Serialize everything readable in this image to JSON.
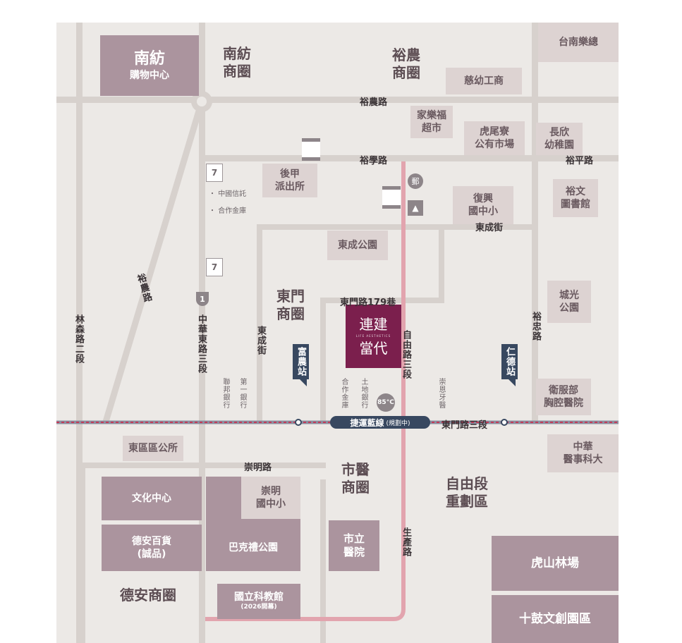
{
  "blocks": {
    "nanfang_mall_title": "南紡",
    "nanfang_mall_sub": "購物中心",
    "tainan_music": "台南樂總",
    "ciyou_school": "慈幼工商",
    "carrefour": "家樂福\n超市",
    "huweiliao_market": "虎尾寮\n公有市場",
    "changxin_kg": "長欣\n幼稚園",
    "houjia_police": "後甲\n派出所",
    "fuxing_school": "復興\n國中小",
    "yuwen_library": "裕文\n圖書館",
    "dongcheng_park": "東成公園",
    "chengguang_park": "城光\n公園",
    "weifubu_clinic": "衛服部\n胸腔醫院",
    "dongqu_office": "東區區公所",
    "zhonghua_college": "中華\n醫事科大",
    "culture_center": "文化中心",
    "chongming_school": "崇明\n國中小",
    "dean_dept": "德安百貨\n(誠品)",
    "bakeli_park": "巴克禮公園",
    "city_hospital": "市立\n醫院",
    "science_museum": "國立科教館",
    "science_museum_note": "(2026開幕)",
    "hushan_forest": "虎山林場",
    "shigu_park": "十鼓文創園區"
  },
  "zones": {
    "nanfang": "南紡\n商圈",
    "yunong": "裕農\n商圈",
    "dongmen": "東門\n商圈",
    "shiyi": "市醫\n商圈",
    "ziyou": "自由段\n重劃區",
    "dean": "德安商圈"
  },
  "roads": {
    "yunong_rd": "裕農路",
    "yuxue_rd": "裕學路",
    "yuping_rd": "裕平路",
    "dongcheng_st": "東成街",
    "dongmen_179": "東門路179巷",
    "chongming_rd": "崇明路",
    "dongmen_rd3": "東門路三段",
    "yunong_diag": "裕農路",
    "linsen_rd2": "林森路二段",
    "zhonghua_e3": "中華東路三段",
    "dongcheng_v": "東成街",
    "ziyou_rd3": "自由路三段",
    "yuzhong_rd": "裕忠路",
    "shengchan_rd": "生產路",
    "mrt_line": "捷運藍線",
    "mrt_line_note": "(規劃中)"
  },
  "stations": {
    "funong": "富農站",
    "rende": "仁德站"
  },
  "pois": {
    "ctbc": "中國信託",
    "cooperative_bank": "合作金庫",
    "union_bank": "聯邦銀行",
    "first_bank": "第一銀行",
    "coop_bank2": "合作金庫",
    "land_bank": "土地銀行",
    "chongen_dental": "崇恩牙醫",
    "familymart": "FamilyMart",
    "seven_eleven": "7-ELEVEN",
    "cafe85": "85°C",
    "route_number": "1"
  },
  "project": {
    "name_line1": "連建",
    "name_line2": "當代",
    "tagline": "LIFE AESTHETICS"
  },
  "colors": {
    "project": "#7b1f4d",
    "mrt_line": "#384860",
    "red_road": "#e2a4ae",
    "dark_block": "#ab949e",
    "light_block": "#ddd3d2",
    "road": "#d7d1cd",
    "background": "#ece9e6"
  }
}
